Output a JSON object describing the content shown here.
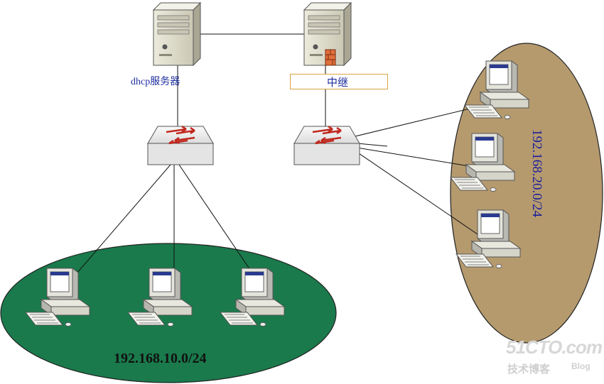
{
  "labels": {
    "dhcp_server": "dhcp服务器",
    "relay": "中继",
    "subnet_bottom": "192.168.10.0/24",
    "subnet_right": "192.168.20.0/24"
  },
  "watermark": {
    "site": "51CTO.com",
    "sub": "技术博客",
    "blog": "Blog"
  },
  "icons": {
    "server": "server-tower-icon",
    "switch": "network-switch-icon",
    "pc": "desktop-computer-icon",
    "firewall": "firewall-icon"
  },
  "colors": {
    "bottom_subnet": "#1a7a4c",
    "right_subnet": "#b59a6e",
    "label_blue": "#1f2e9e",
    "switch_arrow": "#c0281e"
  }
}
